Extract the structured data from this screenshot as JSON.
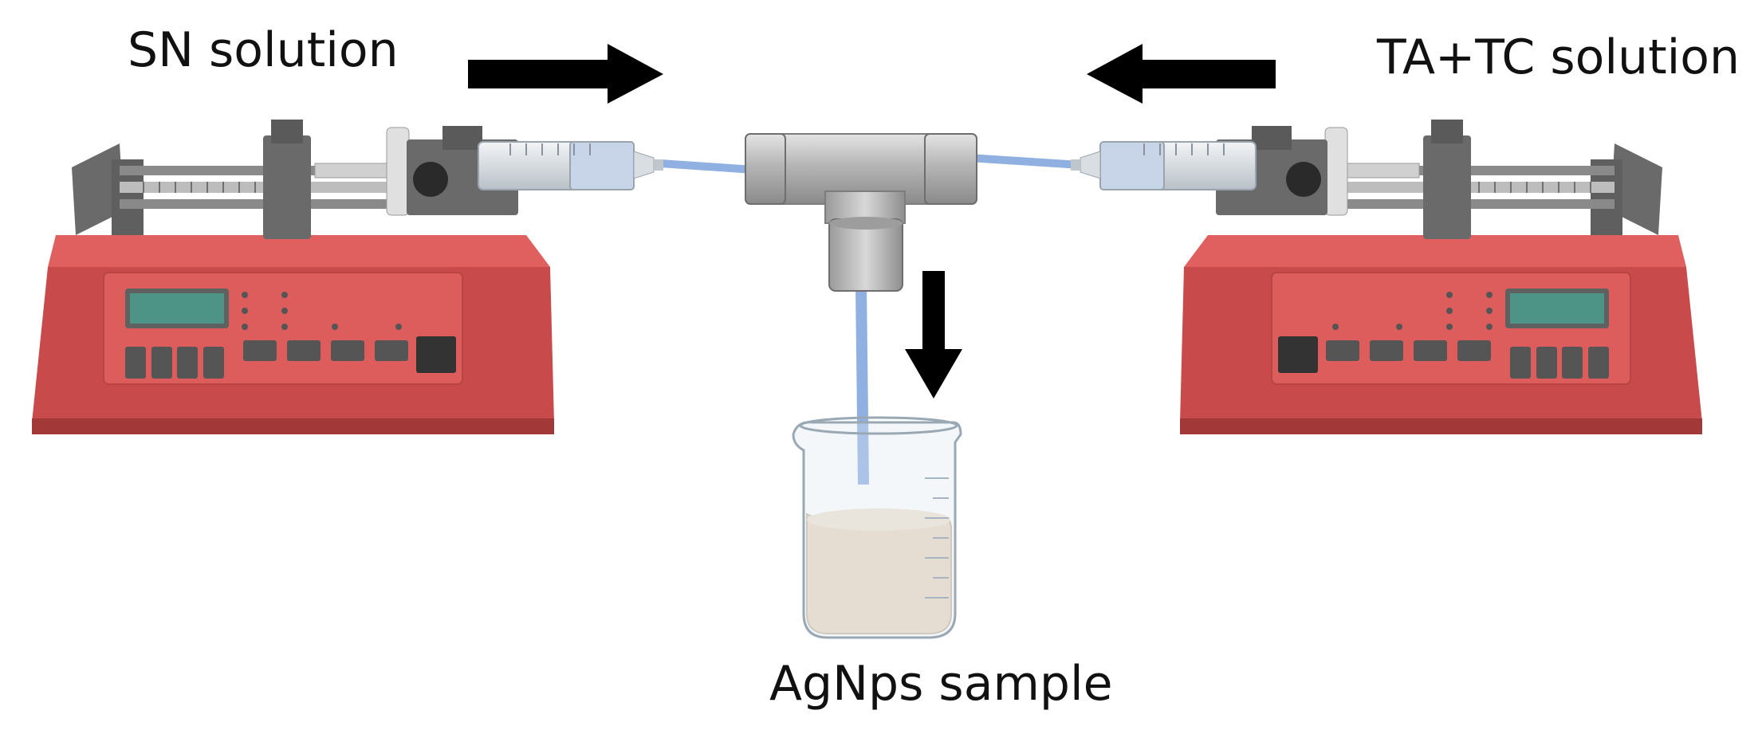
{
  "labels": {
    "left_solution": "SN solution",
    "right_solution": "TA+TC solution",
    "output_sample": "AgNps sample"
  },
  "colors": {
    "pump_body": "#c94a4a",
    "pump_top": "#e06060",
    "pump_shadow": "#a33838",
    "display": "#4e9486",
    "tubing": "#8fb0e0",
    "fitting": "#b8b8b8",
    "arrow": "#000000",
    "liquid": "#ead7c2"
  }
}
